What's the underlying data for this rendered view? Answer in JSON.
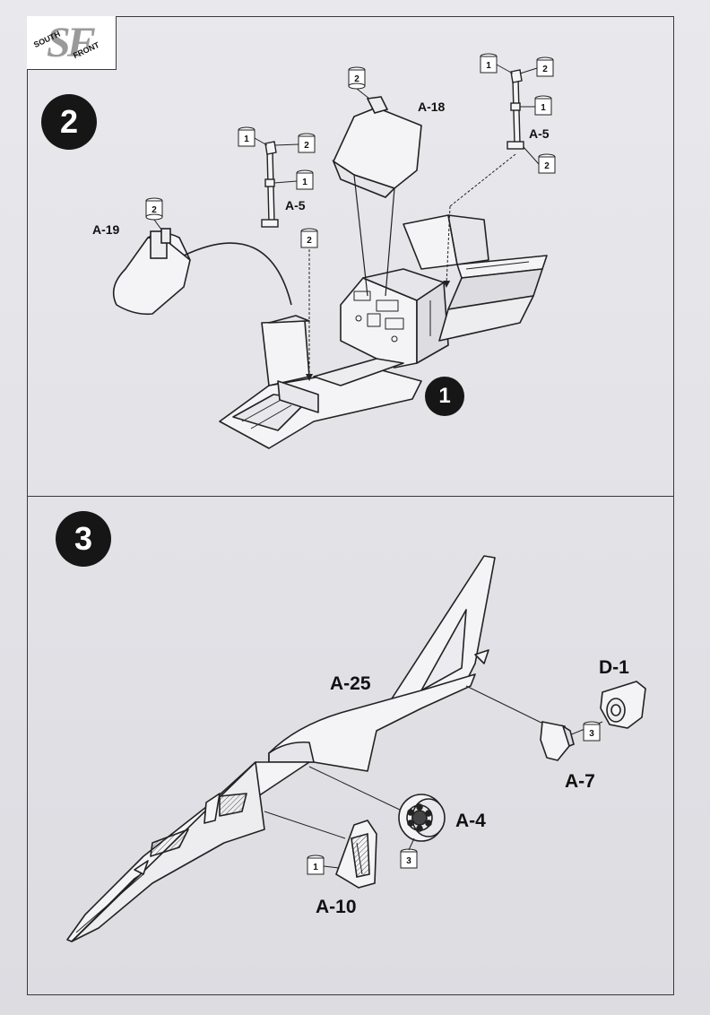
{
  "brand": {
    "logo_mark": "SF",
    "logo_line1": "SOUTH",
    "logo_line2": "FRONT"
  },
  "step2": {
    "number": "2",
    "sub_step": "1",
    "parts": {
      "seat": "A-19",
      "shroud": "A-18",
      "stick_left": "A-5",
      "stick_right": "A-5"
    },
    "paint_codes": {
      "seat_top": "2",
      "shroud_top": "2",
      "stick_left_top1": "1",
      "stick_left_top2": "2",
      "stick_left_mid": "1",
      "stick_left_base": "2",
      "stick_right_top1": "1",
      "stick_right_top2": "2",
      "stick_right_mid": "1",
      "stick_right_base": "2"
    }
  },
  "step3": {
    "number": "3",
    "parts": {
      "fuselage": "A-25",
      "nozzle_cap": "D-1",
      "exhaust": "A-7",
      "fan": "A-4",
      "bulkhead": "A-10"
    },
    "paint_codes": {
      "exhaust_code": "3",
      "fan_code": "3",
      "bulkhead_code": "1"
    }
  }
}
